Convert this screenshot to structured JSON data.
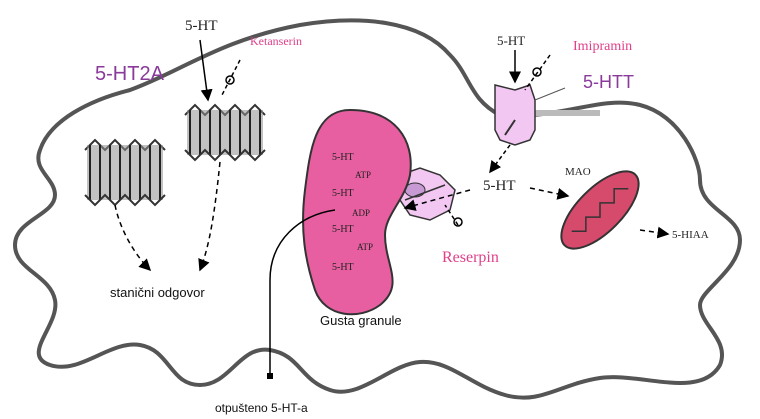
{
  "labels": {
    "serotonin_top": "5-HT",
    "ketanserin": "Ketanserin",
    "receptor_5ht2a": "5-HT2A",
    "serotonin_transporter_in": "5-HT",
    "imipramin": "Imipramin",
    "transporter_5htt": "5-HTT",
    "serotonin_cytosol": "5-HT",
    "mao": "MAO",
    "metabolite_5hiaa": "5-HIAA",
    "reserpin": "Reserpin",
    "granule_5ht_1": "5-HT",
    "granule_atp_1": "ATP",
    "granule_5ht_2": "5-HT",
    "granule_adp": "ADP",
    "granule_5ht_3": "5-HT",
    "granule_atp_2": "ATP",
    "granule_5ht_4": "5-HT",
    "dense_granule": "Gusta granule",
    "cell_response": "stanični odgovor",
    "released_serotonin": "otpušteno 5-HT-a"
  },
  "colors": {
    "granule_fill": "#e75fa0",
    "mao_fill": "#d64a6c",
    "transporter_fill": "#f2c7f2",
    "receptor_fill": "#8f8f8f",
    "ketanserin_text": "#e0408a",
    "reserpin_text": "#e0408a",
    "imipramin_text": "#e0408a",
    "receptor_text": "#8a3a9a"
  }
}
